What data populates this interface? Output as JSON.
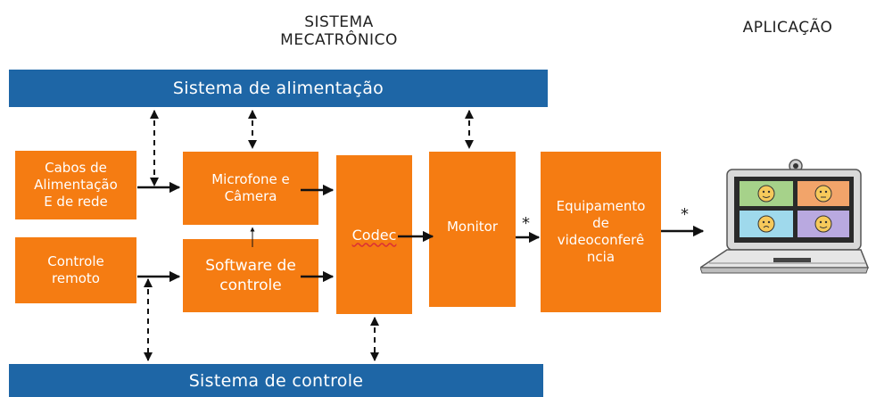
{
  "headers": {
    "mechatronic_title": "SISTEMA\nMECATRÔNICO",
    "application_title": "APLICAÇÃO"
  },
  "bars": {
    "power_system": "Sistema de alimentação",
    "control_system": "Sistema de controle"
  },
  "blocks": {
    "power_cables": "Cabos de\nAlimentação\nE de rede",
    "remote_control": "Controle\nremoto",
    "mic_camera": "Microfone e\nCâmera",
    "control_software": "Software de\ncontrole",
    "codec": "Codec",
    "monitor": "Monitor",
    "videoconf_equipment": "Equipamento\nde\nvideoconferê\nncia"
  },
  "markers": {
    "star": "*"
  },
  "colors": {
    "bar": "#1e66a6",
    "block": "#f57c12"
  },
  "icons": {
    "laptop": "laptop-videoconference-icon"
  }
}
